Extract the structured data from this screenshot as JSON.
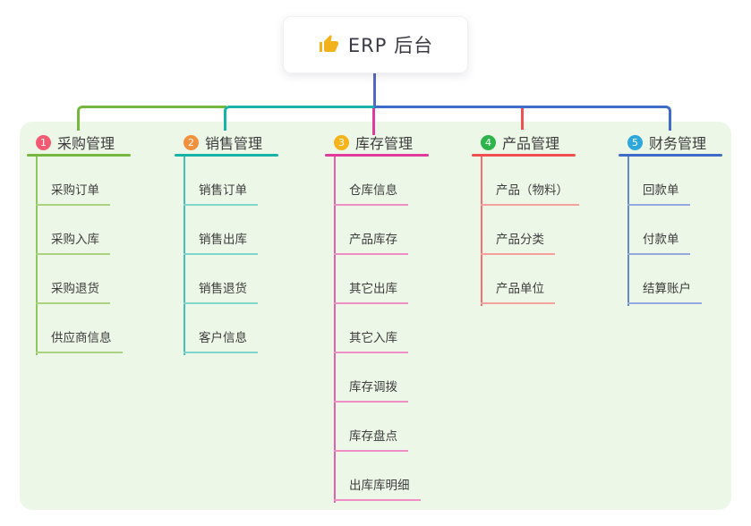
{
  "root": {
    "title": "ERP 后台",
    "icon": "thumbs-up-icon",
    "icon_color": "#f2b21c"
  },
  "panel_color": "#edf7e8",
  "connector_colors": {
    "trunk": "#5567c3"
  },
  "branches": [
    {
      "label": "采购管理",
      "badge": "1",
      "badge_color": "#f25b73",
      "line_color": "#76b83e",
      "light_color": "#a9d37f",
      "children": [
        "采购订单",
        "采购入库",
        "采购退货",
        "供应商信息"
      ]
    },
    {
      "label": "销售管理",
      "badge": "2",
      "badge_color": "#f2913d",
      "line_color": "#17b3a6",
      "light_color": "#7fd6cd",
      "children": [
        "销售订单",
        "销售出库",
        "销售退货",
        "客户信息"
      ]
    },
    {
      "label": "库存管理",
      "badge": "3",
      "badge_color": "#f7b31c",
      "line_color": "#df3a9c",
      "light_color": "#f08fc5",
      "children": [
        "仓库信息",
        "产品库存",
        "其它出库",
        "其它入库",
        "库存调拨",
        "库存盘点",
        "出库库明细"
      ]
    },
    {
      "label": "产品管理",
      "badge": "4",
      "badge_color": "#2db54b",
      "line_color": "#f05150",
      "light_color": "#f6a09e",
      "children": [
        "产品（物料）",
        "产品分类",
        "产品单位"
      ]
    },
    {
      "label": "财务管理",
      "badge": "5",
      "badge_color": "#2ea7dd",
      "line_color": "#3f6bc9",
      "light_color": "#94aade",
      "children": [
        "回款单",
        "付款单",
        "结算账户"
      ]
    }
  ]
}
